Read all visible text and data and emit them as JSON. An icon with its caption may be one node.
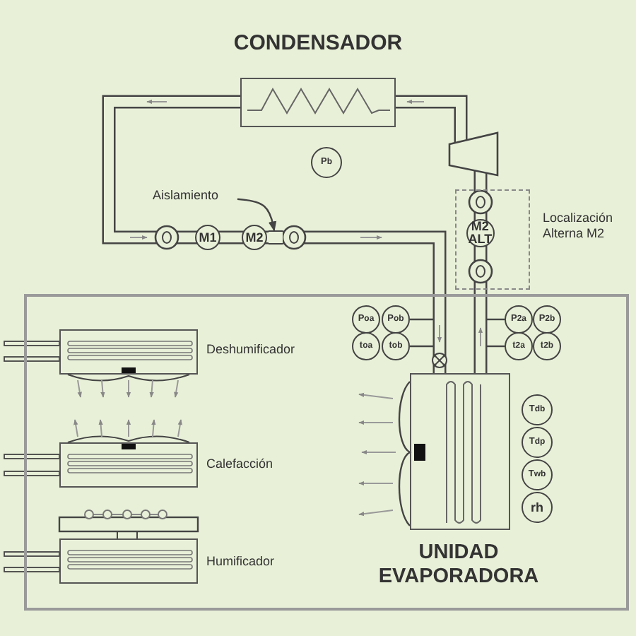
{
  "diagram": {
    "nodes": [
      {
        "text": [],
        "shape": "box",
        "beside": [
          "CONDENSADOR"
        ]
      },
      {
        "text": [
          "P$_{b}$"
        ]
      },
      {
        "text": [
          "Aislamiento"
        ]
      },
      {
        "text": [
          "M1"
        ]
      },
      {
        "text": [
          "M2"
        ]
      },
      {
        "text": [],
        "shape": "box",
        "beside": [
          "Localización Alterna M2"
        ]
      },
      {
        "text": [
          "M2 ALT"
        ],
        "in": 5
      },
      {
        "text": [],
        "shape": "box"
      },
      {
        "text": [
          "P$_{oa}$"
        ],
        "in": 7
      },
      {
        "text": [
          "P$_{ob}$"
        ],
        "in": 7
      },
      {
        "text": [
          "P$_{2a}$"
        ],
        "in": 7
      },
      {
        "text": [
          "P$_{2b}$"
        ],
        "in": 7
      },
      {
        "text": [],
        "shape": "box",
        "in": 7,
        "beside": [
          "Deshumificador"
        ]
      },
      {
        "text": [
          "t$_{oa}$"
        ],
        "in": 7
      },
      {
        "text": [
          "t$_{ob}$"
        ],
        "in": 7
      },
      {
        "text": [
          "t$_{2a}$"
        ],
        "in": 7
      },
      {
        "text": [
          "t$_{2b}$"
        ],
        "in": 7
      },
      {
        "text": [],
        "shape": "box",
        "in": 7,
        "beside": [
          "UNIDAD EVAPORADORA"
        ]
      },
      {
        "text": [
          "T$_{db}$"
        ],
        "in": 7
      },
      {
        "text": [
          "T$_{dp}$"
        ],
        "in": 7
      },
      {
        "text": [
          "T$_{wb}$"
        ],
        "in": 7
      },
      {
        "text": [
          "rh"
        ],
        "in": 7
      },
      {
        "text": [],
        "shape": "box",
        "in": 7,
        "beside": [
          "Calefacción"
        ]
      },
      {
        "text": [],
        "shape": "box",
        "in": 7,
        "beside": [
          "Humificador"
        ]
      },
      {
        "text": [],
        "shape": "bar"
      }
    ],
    "edges": [
      {
        "from": 2,
        "to": 24,
        "arrow": "to"
      },
      {
        "from": 9,
        "to": null,
        "arrow": "none"
      },
      {
        "from": 14,
        "to": null,
        "arrow": "none"
      },
      {
        "from": 10,
        "to": null,
        "arrow": "none"
      },
      {
        "from": 15,
        "to": null,
        "arrow": "none"
      }
    ]
  }
}
